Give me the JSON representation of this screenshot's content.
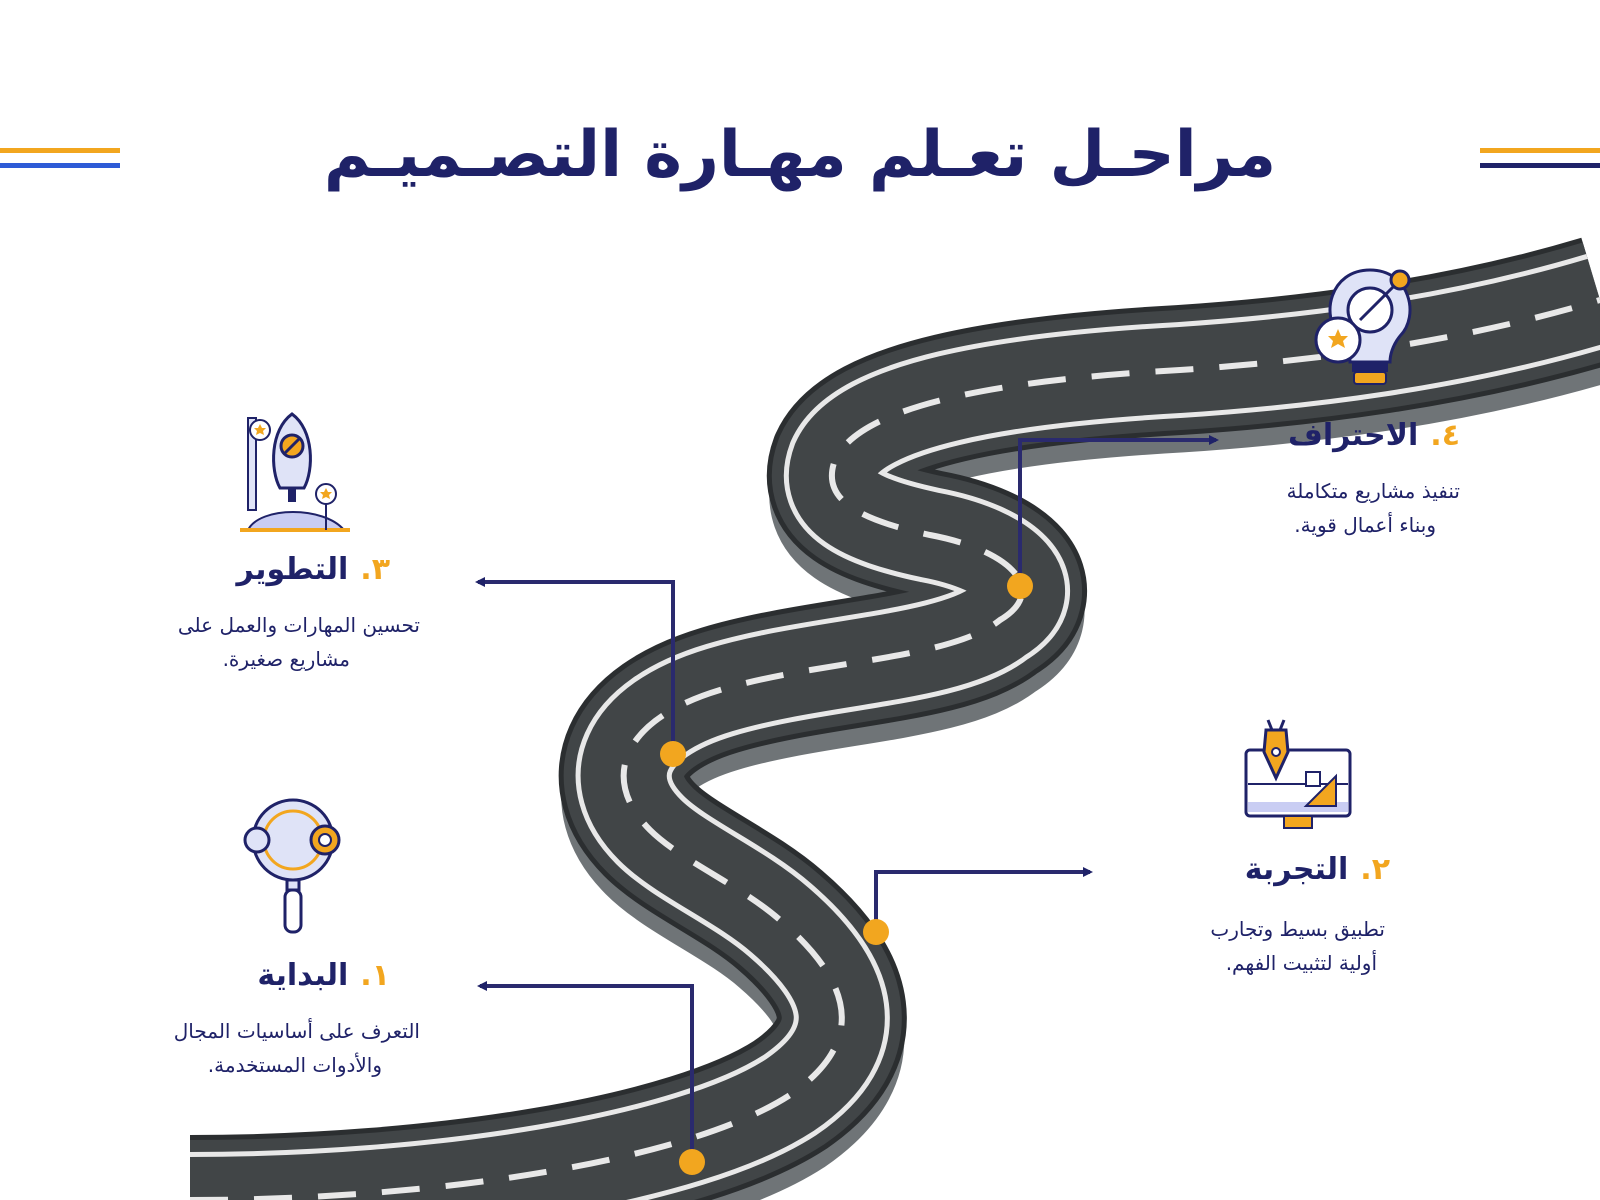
{
  "page": {
    "title": "مراحـل تعـلم مهـارة التصـميـم"
  },
  "colors": {
    "navy": "#1f2268",
    "accent_yellow": "#f2a61f",
    "accent_blue": "#2e5bd6",
    "road": "#414547",
    "road_edge": "#2b2e30",
    "road_side": "#6f7477",
    "marking": "#e8e8e8",
    "icon_fill": "#dfe3f7"
  },
  "steps": [
    {
      "id": "start",
      "number": "١.",
      "title": "البداية",
      "description_lines": [
        "التعرف على أساسيات المجال",
        "والأدوات المستخدمة."
      ],
      "icon": "magnifier-icon"
    },
    {
      "id": "experiment",
      "number": "٢.",
      "title": "التجربة",
      "description_lines": [
        "تطبيق بسيط وتجارب",
        "أولية لتثبيت الفهم."
      ],
      "icon": "monitor-pen-icon"
    },
    {
      "id": "development",
      "number": "٣.",
      "title": "التطوير",
      "description_lines": [
        "تحسين المهارات والعمل على",
        "مشاريع صغيرة."
      ],
      "icon": "rocket-icon"
    },
    {
      "id": "professional",
      "number": "٤.",
      "title": "الاحتراف",
      "description_lines": [
        "تنفيذ مشاريع متكاملة",
        "وبناء أعمال قوية."
      ],
      "icon": "lightbulb-icon"
    }
  ]
}
